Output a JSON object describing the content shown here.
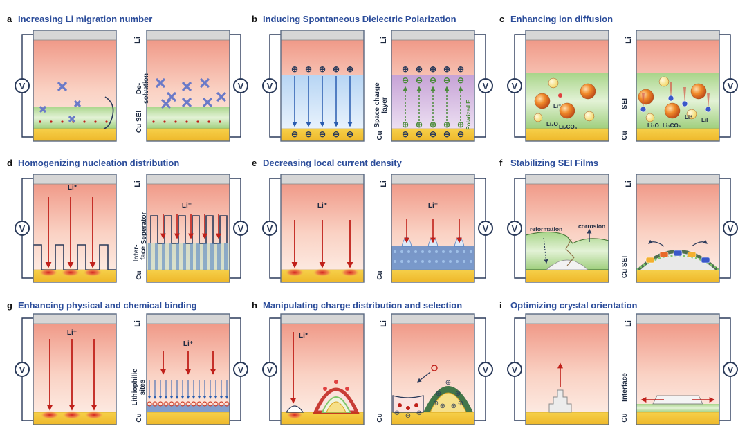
{
  "panels": [
    {
      "letter": "a",
      "title": "Increasing Li migration number",
      "top_label": "Li",
      "side_labels": [
        "De-",
        "solvation",
        "Cu SEI"
      ]
    },
    {
      "letter": "b",
      "title": "Inducing Spontaneous Dielectric Polarization",
      "top_label": "Li",
      "side_labels": [
        "Space charge",
        "layer",
        "Cu"
      ],
      "field_label": "Polarized E"
    },
    {
      "letter": "c",
      "title": "Enhancing ion diffusion",
      "top_label": "Li",
      "side_labels": [
        "SEI",
        "Cu"
      ],
      "species": [
        "Li₂O",
        "Li₂CO₃",
        "Li⁺",
        "LiF"
      ]
    },
    {
      "letter": "d",
      "title": "Homogenizing nucleation distribution",
      "top_label": "Li",
      "side_labels": [
        "Seperator",
        "Inter-",
        "face",
        "Cu"
      ],
      "ion": "Li⁺"
    },
    {
      "letter": "e",
      "title": "Decreasing local current density",
      "top_label": "Li",
      "side_labels": [
        "Cu"
      ],
      "ion": "Li⁺"
    },
    {
      "letter": "f",
      "title": "Stabilizing SEI Films",
      "top_label": "Li",
      "side_labels": [
        "Cu SEI"
      ],
      "annotations": [
        "reformation",
        "corrosion"
      ]
    },
    {
      "letter": "g",
      "title": "Enhancing physical and chemical binding",
      "top_label": "Li",
      "side_labels": [
        "Lithiophilic",
        "sites",
        "Cu"
      ],
      "ion": "Li⁺"
    },
    {
      "letter": "h",
      "title": "Manipulating charge distribution and selection",
      "top_label": "Li",
      "side_labels": [
        "Cu"
      ],
      "ion": "Li⁺"
    },
    {
      "letter": "i",
      "title": "Optimizing crystal orientation",
      "top_label": "Li",
      "side_labels": [
        "Interface",
        "Cu"
      ]
    }
  ],
  "voltmeter_symbol": "V",
  "plus_sign": "⊕",
  "minus_sign": "⊖",
  "colors": {
    "title": "#2b4c9a",
    "frame": "#5a6a82",
    "li_top": "#d6d6d6",
    "cu": "#f2c230",
    "sei": "#8fc56a",
    "ion_arrow": "#c0201a",
    "field_blue": "#2a5db0",
    "field_green": "#4a8a3a"
  }
}
